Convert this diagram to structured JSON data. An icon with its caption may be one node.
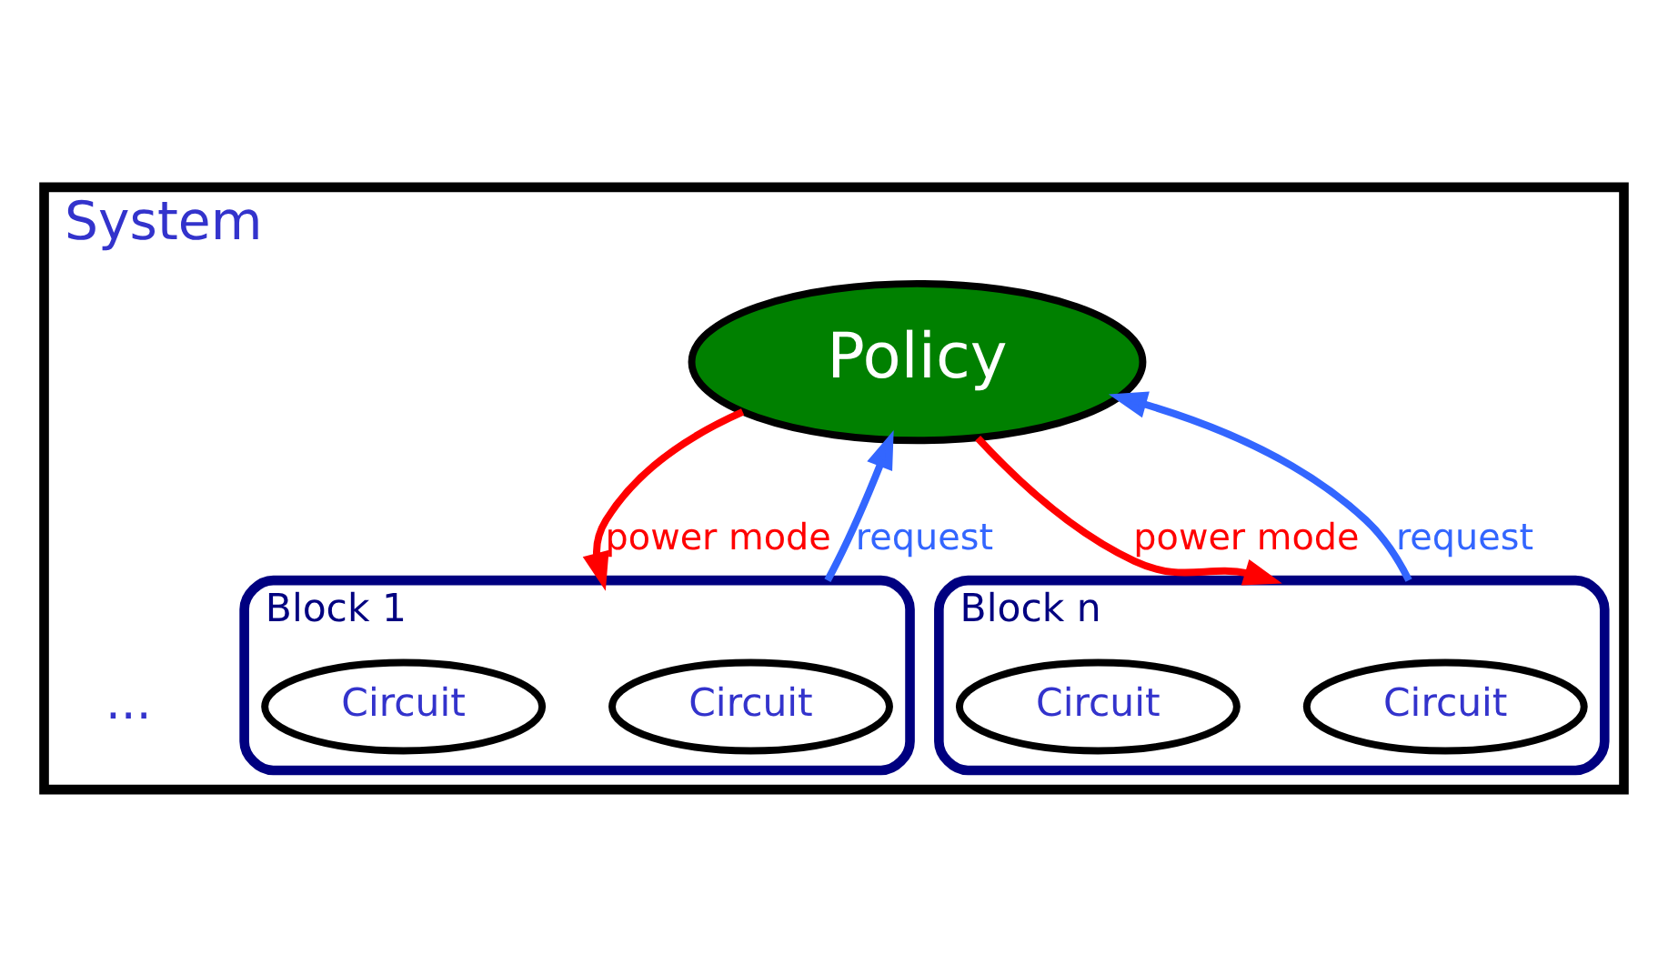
{
  "diagram": {
    "nodes": [
      {
        "text": [
          "System"
        ]
      },
      {
        "text": [
          "Policy"
        ],
        "in": 0
      },
      {
        "text": [
          "Block 1"
        ],
        "in": 0
      },
      {
        "text": [
          "Circuit"
        ],
        "in": 2
      },
      {
        "text": [
          "Circuit"
        ],
        "in": 2
      },
      {
        "text": [
          "Block n"
        ],
        "in": 0
      },
      {
        "text": [
          "Circuit"
        ],
        "in": 5
      },
      {
        "text": [
          "Circuit"
        ],
        "in": 5
      }
    ],
    "edges": [
      {
        "from": 1,
        "to": 2,
        "arrow": "to",
        "label": "power mode",
        "color": "#ff0000"
      },
      {
        "from": 2,
        "to": 1,
        "arrow": "to",
        "label": "request",
        "color": "#3366ff"
      },
      {
        "from": 1,
        "to": 5,
        "arrow": "to",
        "label": "power mode",
        "color": "#ff0000"
      },
      {
        "from": 5,
        "to": 1,
        "arrow": "to",
        "label": "request",
        "color": "#3366ff"
      }
    ],
    "labels": [
      "..."
    ]
  }
}
